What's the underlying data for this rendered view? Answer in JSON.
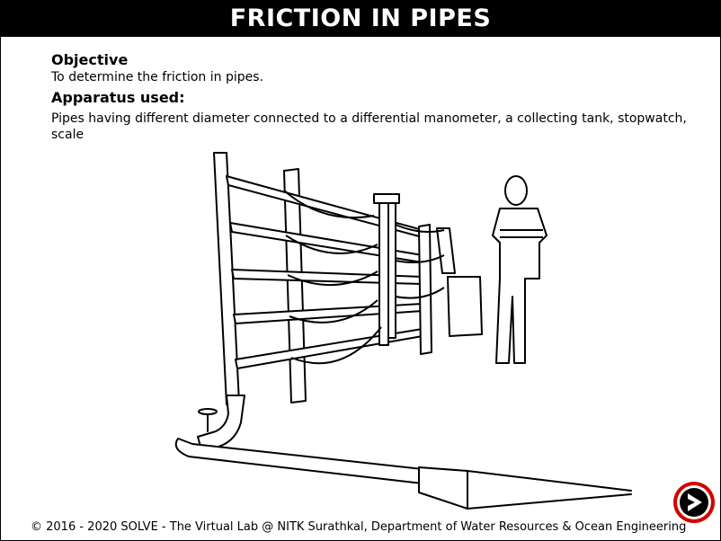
{
  "header": {
    "title": "FRICTION IN PIPES"
  },
  "objective": {
    "heading": "Objective",
    "text": "To determine the friction in pipes."
  },
  "apparatus": {
    "heading": "Apparatus used:",
    "text": "Pipes having different diameter connected to a differential manometer, a collecting tank, stopwatch, scale"
  },
  "illustration": {
    "icon": "pipe-friction-apparatus-drawing"
  },
  "footer": {
    "text": "© 2016 - 2020 SOLVE - The Virtual Lab @ NITK Surathkal, Department of Water Resources & Ocean Engineering"
  },
  "navigation": {
    "next_icon": "next-arrow-icon",
    "accent": "#d40000"
  }
}
